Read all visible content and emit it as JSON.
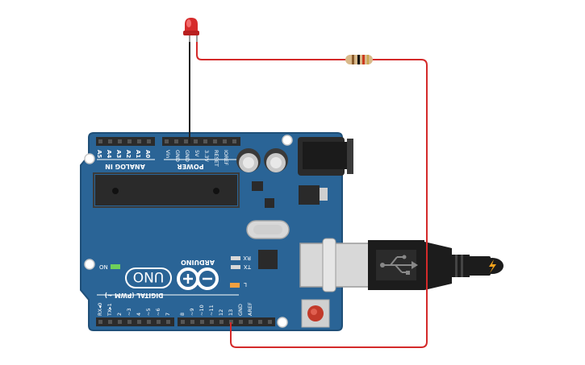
{
  "board": {
    "name": "UNO",
    "brand": "ARDUINO",
    "power_header_label": "POWER",
    "analog_header_label": "ANALOG IN",
    "digital_header_label": "DIGITAL (PWM ~)",
    "power_pins": [
      "IOREF",
      "RESET",
      "3.3V",
      "5V",
      "GND",
      "GND",
      "Vin"
    ],
    "analog_pins": [
      "A0",
      "A1",
      "A2",
      "A3",
      "A4",
      "A5"
    ],
    "digital_pins_high": [
      "AREF",
      "GND",
      "13",
      "12",
      "~11",
      "~10",
      "~9",
      "8"
    ],
    "digital_pins_low": [
      "7",
      "~6",
      "~5",
      "4",
      "~3",
      "2",
      "TX▸1",
      "RX◂0"
    ],
    "led_labels": {
      "on": "ON",
      "tx": "TX",
      "rx": "RX",
      "l": "L"
    },
    "colors": {
      "board": "#2a6496",
      "board_edge": "#1f4f78",
      "header": "#2b2b2b",
      "chip": "#2a2a2a",
      "silkscreen": "#ffffff"
    }
  },
  "components": {
    "led_color": "#d62b2b",
    "resistor_body": "#d9b98a",
    "wire_red": "#d42a2a",
    "wire_black": "#222222",
    "usb_cable": "#1c1c1c",
    "usb_port": "#d8d8d8",
    "power_jack": "#2a2a2a",
    "plug_highlight": "#f2a21b",
    "reset_button": "#c23a2a"
  }
}
